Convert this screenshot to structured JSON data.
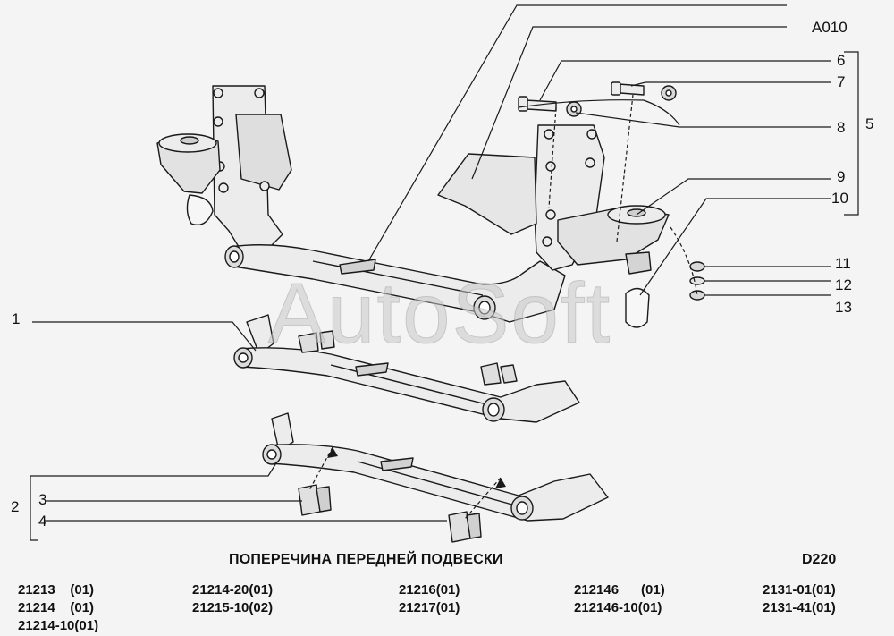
{
  "watermark": "AutoSoft",
  "callouts": {
    "c_a010": "A010",
    "c6": "6",
    "c7": "7",
    "c8": "8",
    "c5": "5",
    "c9": "9",
    "c10": "10",
    "c11": "11",
    "c12": "12",
    "c13": "13",
    "c1": "1",
    "c2": "2",
    "c3": "3",
    "c4": "4"
  },
  "title": "ПОПЕРЕЧИНА ПЕРЕДНЕЙ ПОДВЕСКИ",
  "code": "D220",
  "models": {
    "m1": "21213    (01)",
    "m2": "21214    (01)",
    "m3": "21214-10(01)",
    "m4": "21214-20(01)",
    "m5": "21215-10(02)",
    "m6": "21216(01)",
    "m7": "21217(01)",
    "m8": "212146      (01)",
    "m9": "212146-10(01)",
    "m10": "2131-01(01)",
    "m11": "2131-41(01)"
  },
  "colors": {
    "line": "#1a1a1a",
    "fill_light": "#ededed",
    "fill_mid": "#d6d6d6",
    "background": "#f4f4f4"
  }
}
